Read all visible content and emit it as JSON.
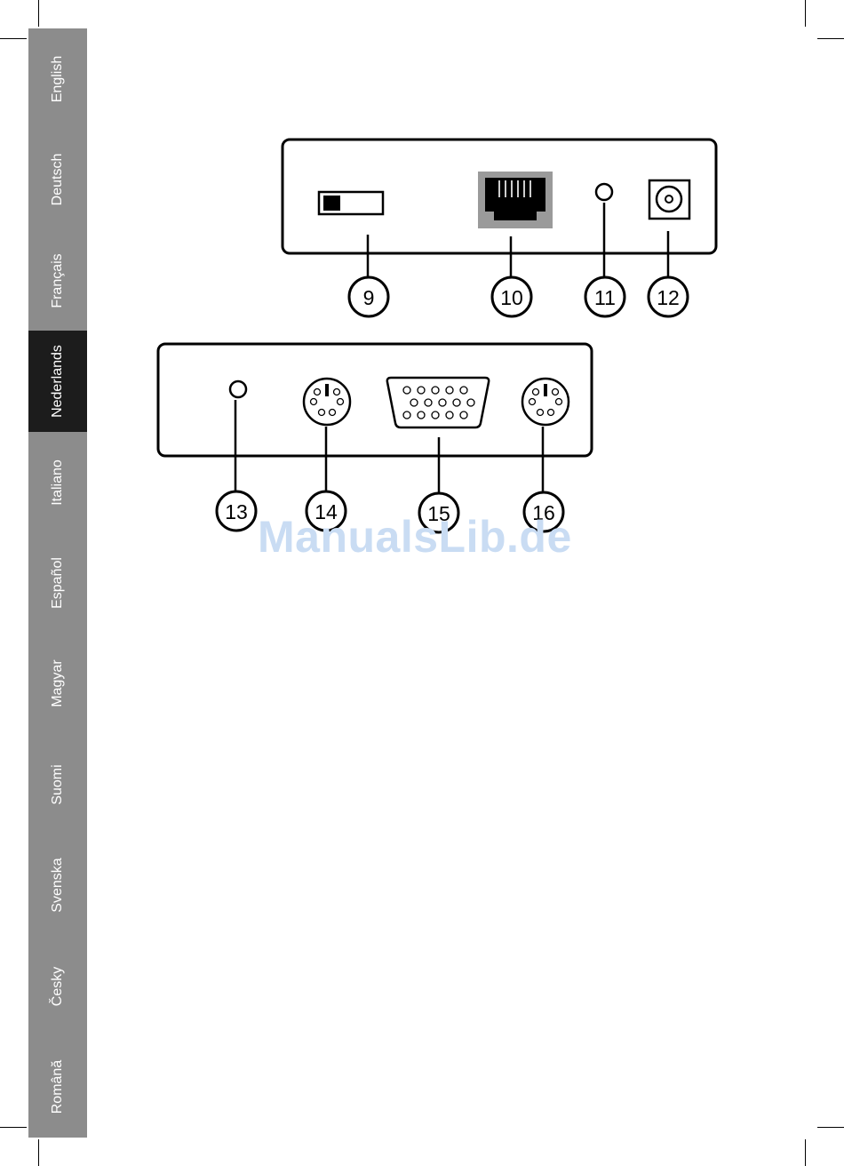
{
  "languages": [
    {
      "label": "English",
      "active": false
    },
    {
      "label": "Deutsch",
      "active": false
    },
    {
      "label": "Français",
      "active": false
    },
    {
      "label": "Nederlands",
      "active": true
    },
    {
      "label": "Italiano",
      "active": false
    },
    {
      "label": "Español",
      "active": false
    },
    {
      "label": "Magyar",
      "active": false
    },
    {
      "label": "Suomi",
      "active": false
    },
    {
      "label": "Svenska",
      "active": false
    },
    {
      "label": "Česky",
      "active": false
    },
    {
      "label": "Română",
      "active": false
    }
  ],
  "diagram_top": {
    "callouts": [
      "9",
      "10",
      "11",
      "12"
    ]
  },
  "diagram_bottom": {
    "callouts": [
      "13",
      "14",
      "15",
      "16"
    ]
  },
  "watermark": "ManualsLib.de",
  "colors": {
    "sidebar": "#8c8c8c",
    "sidebar_active": "#1c1c1c",
    "watermark": "#c9dcf3"
  }
}
